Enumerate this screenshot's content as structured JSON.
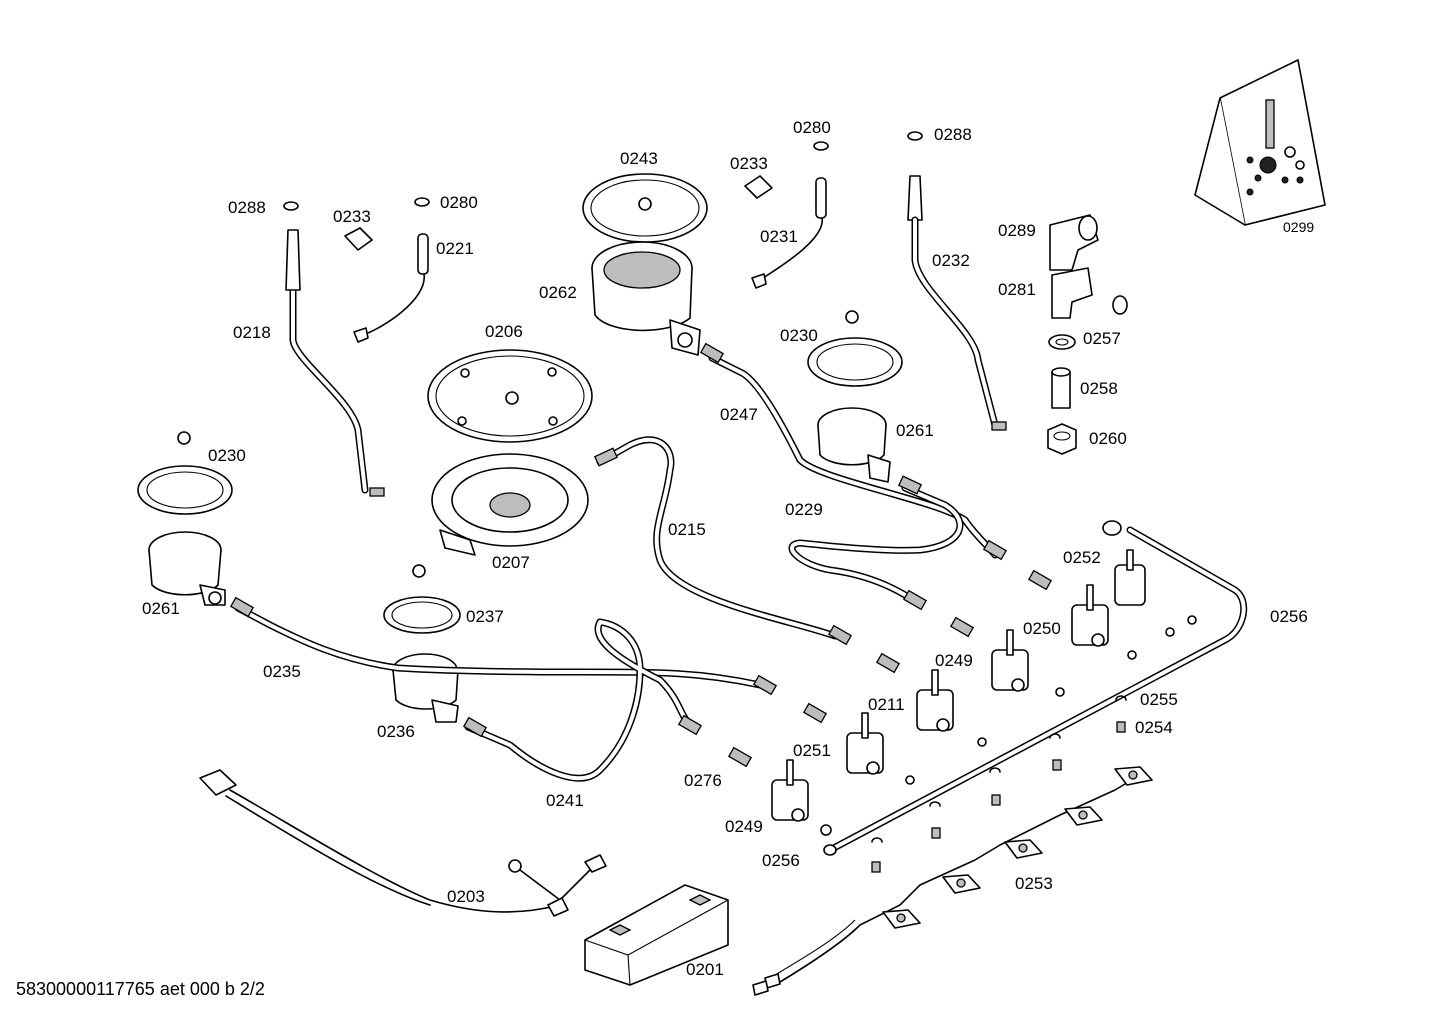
{
  "labels": {
    "p0288a": "0288",
    "p0233a": "0233",
    "p0280a": "0280",
    "p0221": "0221",
    "p0218": "0218",
    "p0206": "0206",
    "p0243": "0243",
    "p0233b": "0233",
    "p0280b": "0280",
    "p0288b": "0288",
    "p0231": "0231",
    "p0232": "0232",
    "p0262": "0262",
    "p0289": "0289",
    "p0281": "0281",
    "p0257": "0257",
    "p0258": "0258",
    "p0260": "0260",
    "p0299": "0299",
    "p0230a": "0230",
    "p0230b": "0230",
    "p0247": "0247",
    "p0261a": "0261",
    "p0261b": "0261",
    "p0229": "0229",
    "p0207": "0207",
    "p0215": "0215",
    "p0252": "0252",
    "p0256a": "0256",
    "p0237": "0237",
    "p0250": "0250",
    "p0235": "0235",
    "p0249a": "0249",
    "p0211": "0211",
    "p0236": "0236",
    "p0255": "0255",
    "p0254": "0254",
    "p0251": "0251",
    "p0276": "0276",
    "p0241": "0241",
    "p0249b": "0249",
    "p0256b": "0256",
    "p0253": "0253",
    "p0203": "0203",
    "p0201": "0201"
  },
  "footer": "58300000117765 aet 000 b 2/2"
}
